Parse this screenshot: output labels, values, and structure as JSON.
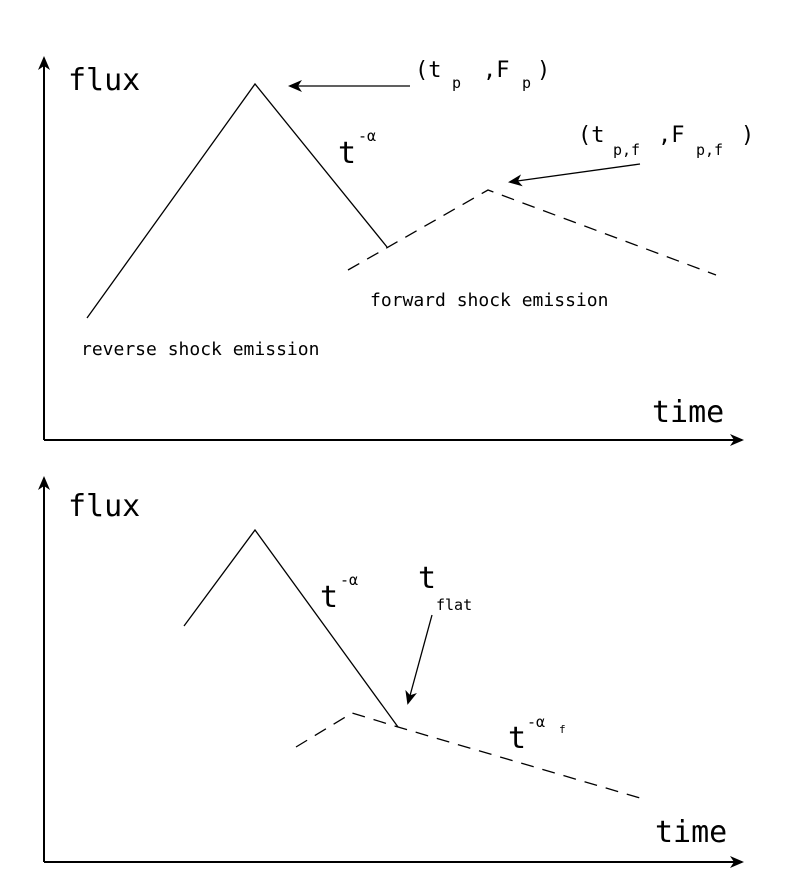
{
  "panels": [
    {
      "y_axis_label": "flux",
      "x_axis_label": "time",
      "reverse_label": "reverse shock emission",
      "forward_label": "forward shock emission",
      "decay_base": "t",
      "decay_exp": "-α",
      "peak_open": "(t",
      "peak_sub1": "p",
      "peak_mid": ",F",
      "peak_sub2": "p",
      "peak_close": ")",
      "fpeak_open": "(t",
      "fpeak_sub1": "p,f",
      "fpeak_mid": ",F",
      "fpeak_sub2": "p,f",
      "fpeak_close": ")"
    },
    {
      "y_axis_label": "flux",
      "x_axis_label": "time",
      "decay_base": "t",
      "decay_exp": "-α",
      "flat_base": "t",
      "flat_sub": "flat",
      "late_base": "t",
      "late_exp": "-α",
      "late_exp_sub": "f"
    }
  ]
}
